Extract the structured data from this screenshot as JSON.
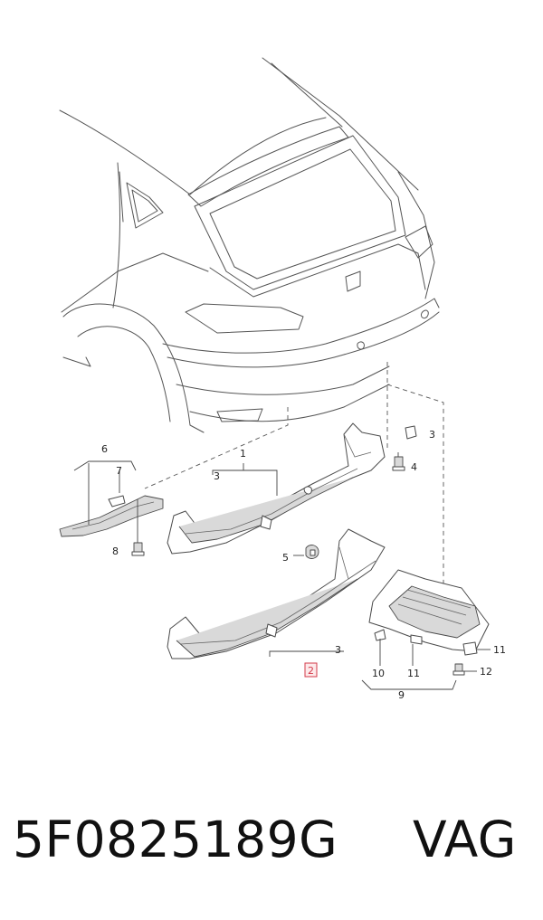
{
  "callouts": {
    "c1": "1",
    "c2": "2",
    "c3a": "3",
    "c3b": "3",
    "c3c": "3",
    "c4": "4",
    "c5": "5",
    "c6": "6",
    "c7": "7",
    "c8": "8",
    "c9": "9",
    "c10": "10",
    "c11a": "11",
    "c11b": "11",
    "c12": "12"
  },
  "highlighted_callout": "2",
  "colors": {
    "highlight": "#d33b4b",
    "highlight_fill": "#fde9ea",
    "line": "#4a4a4a"
  },
  "footer": {
    "part_number": "5F0825189G",
    "brand": "VAG"
  }
}
